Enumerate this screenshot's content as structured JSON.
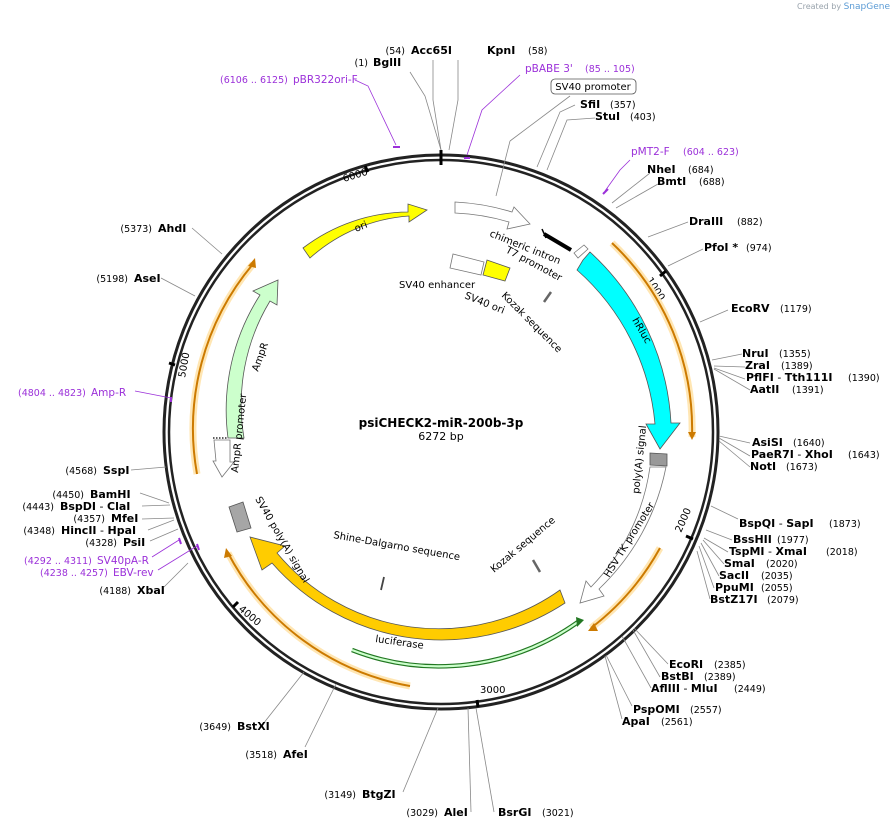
{
  "brand": {
    "prefix": "Created by",
    "name": "SnapGene"
  },
  "plasmid": {
    "name": "psiCHECK2-miR-200b-3p",
    "length": "6272 bp",
    "bp": 6272
  },
  "ticks": [
    "1000",
    "2000",
    "3000",
    "4000",
    "5000",
    "6000"
  ],
  "enzymes": [
    {
      "name": "Acc65I",
      "pos": "(54)"
    },
    {
      "name": "KpnI",
      "pos": "(58)"
    },
    {
      "name": "BglII",
      "pos": "(1)"
    },
    {
      "name": "SfiI",
      "pos": "(357)"
    },
    {
      "name": "StuI",
      "pos": "(403)"
    },
    {
      "name": "NheI",
      "pos": "(684)"
    },
    {
      "name": "BmtI",
      "pos": "(688)"
    },
    {
      "name": "DraIII",
      "pos": "(882)"
    },
    {
      "name": "PfoI *",
      "pos": "(974)"
    },
    {
      "name": "EcoRV",
      "pos": "(1179)"
    },
    {
      "name": "NruI",
      "pos": "(1355)"
    },
    {
      "name": "ZraI",
      "pos": "(1389)"
    },
    {
      "name": "PflFI - Tth111I",
      "pos": "(1390)"
    },
    {
      "name": "AatII",
      "pos": "(1391)"
    },
    {
      "name": "AsiSI",
      "pos": "(1640)"
    },
    {
      "name": "PaeR7I - XhoI",
      "pos": "(1643)"
    },
    {
      "name": "NotI",
      "pos": "(1673)"
    },
    {
      "name": "BspQI - SapI",
      "pos": "(1873)"
    },
    {
      "name": "BssHII",
      "pos": "(1977)"
    },
    {
      "name": "TspMI - XmaI",
      "pos": "(2018)"
    },
    {
      "name": "SmaI",
      "pos": "(2020)"
    },
    {
      "name": "SacII",
      "pos": "(2035)"
    },
    {
      "name": "PpuMI",
      "pos": "(2055)"
    },
    {
      "name": "BstZ17I",
      "pos": "(2079)"
    },
    {
      "name": "EcoRI",
      "pos": "(2385)"
    },
    {
      "name": "BstBI",
      "pos": "(2389)"
    },
    {
      "name": "AflIII - MluI",
      "pos": "(2449)"
    },
    {
      "name": "PspOMI",
      "pos": "(2557)"
    },
    {
      "name": "ApaI",
      "pos": "(2561)"
    },
    {
      "name": "BsrGI",
      "pos": "(3021)"
    },
    {
      "name": "AleI",
      "pos": "(3029)"
    },
    {
      "name": "BtgZI",
      "pos": "(3149)"
    },
    {
      "name": "AfeI",
      "pos": "(3518)"
    },
    {
      "name": "BstXI",
      "pos": "(3649)"
    },
    {
      "name": "XbaI",
      "pos": "(4188)"
    },
    {
      "name": "PsiI",
      "pos": "(4328)"
    },
    {
      "name": "HincII - HpaI",
      "pos": "(4348)"
    },
    {
      "name": "MfeI",
      "pos": "(4357)"
    },
    {
      "name": "BspDI - ClaI",
      "pos": "(4443)"
    },
    {
      "name": "BamHI",
      "pos": "(4450)"
    },
    {
      "name": "SspI",
      "pos": "(4568)"
    },
    {
      "name": "AseI",
      "pos": "(5198)"
    },
    {
      "name": "AhdI",
      "pos": "(5373)"
    }
  ],
  "primers": [
    {
      "name": "pBR322ori-F",
      "range": "(6106 .. 6125)"
    },
    {
      "name": "pBABE 3'",
      "range": "(85 .. 105)"
    },
    {
      "name": "pMT2-F",
      "range": "(604 .. 623)"
    },
    {
      "name": "Amp-R",
      "range": "(4804 .. 4823)"
    },
    {
      "name": "SV40pA-R",
      "range": "(4292 .. 4311)"
    },
    {
      "name": "EBV-rev",
      "range": "(4238 .. 4257)"
    }
  ],
  "boxed_label": "SV40 promoter",
  "features": [
    {
      "name": "ori"
    },
    {
      "name": "chimeric intron"
    },
    {
      "name": "T7 promoter"
    },
    {
      "name": "SV40 enhancer"
    },
    {
      "name": "SV40 ori"
    },
    {
      "name": "Kozak sequence"
    },
    {
      "name": "hRluc"
    },
    {
      "name": "poly(A) signal"
    },
    {
      "name": "HSV TK promoter"
    },
    {
      "name": "Kozak sequence"
    },
    {
      "name": "luciferase"
    },
    {
      "name": "Shine-Dalgarno sequence"
    },
    {
      "name": "SV40 poly(A) signal"
    },
    {
      "name": "AmpR"
    },
    {
      "name": "AmpR promoter"
    }
  ],
  "colors": {
    "ori": "#ffff00",
    "hRluc": "#00ffff",
    "luciferase": "#ffcc00",
    "AmpR": "#ccffcc",
    "primer": "#9b30d9",
    "orf": "#cc7a00",
    "orf_glow": "#ffe6b3",
    "sv40_poly_box": "#a6a6a6",
    "polyA_box": "#999999"
  }
}
